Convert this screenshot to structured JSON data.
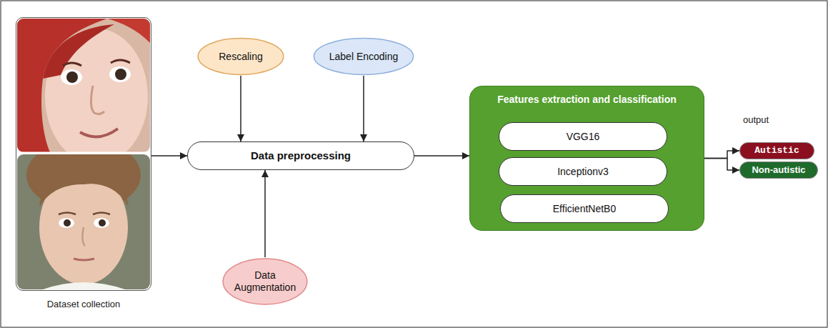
{
  "diagram": {
    "nodes": [
      {
        "text": [
          "Dataset collection"
        ]
      },
      {
        "text": [
          "Rescaling"
        ]
      },
      {
        "text": [
          "Label Encoding"
        ]
      },
      {
        "text": [
          "Data Augmentation"
        ]
      },
      {
        "text": [
          "Data preprocessing"
        ]
      },
      {
        "text": [
          "Features extraction and classification"
        ]
      },
      {
        "text": [
          "VGG16"
        ],
        "in": 5
      },
      {
        "text": [
          "Inceptionv3"
        ],
        "in": 5
      },
      {
        "text": [
          "EfficientNetB0"
        ],
        "in": 5
      },
      {
        "text": [
          "Autistic"
        ]
      },
      {
        "text": [
          "Non-autistic"
        ]
      }
    ],
    "edges": [
      {
        "from": 0,
        "to": 4,
        "arrow": "to"
      },
      {
        "from": 1,
        "to": 4,
        "arrow": "to"
      },
      {
        "from": 2,
        "to": 4,
        "arrow": "to"
      },
      {
        "from": 3,
        "to": 4,
        "arrow": "to"
      },
      {
        "from": 4,
        "to": 5,
        "arrow": "to"
      },
      {
        "from": 5,
        "to": 9,
        "arrow": "to"
      },
      {
        "from": 5,
        "to": 10,
        "arrow": "to"
      }
    ],
    "labels": [
      "output"
    ]
  }
}
